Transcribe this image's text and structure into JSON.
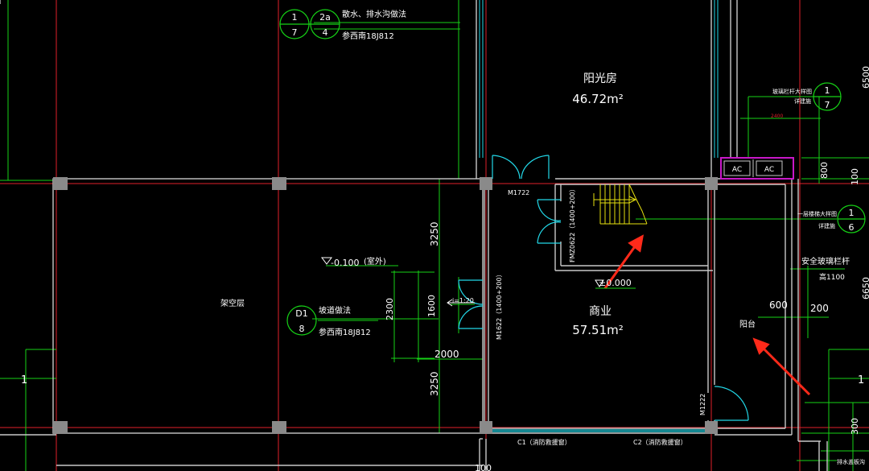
{
  "colors": {
    "background": "#000000",
    "wall": "#c8c8c8",
    "axis": "#e0202a",
    "dim": "#16d216",
    "door": "#22d8e8",
    "text": "#ffffff",
    "stair": "#e6e010",
    "accent": "#c818c8",
    "pillar": "#8a8a8a",
    "arrow": "#ff2a1a"
  },
  "callouts": {
    "drain": {
      "top": "1",
      "bottom": "7",
      "top2": "2a",
      "bottom2": "4",
      "title": "散水、排水沟做法",
      "ref": "参西南18J812"
    },
    "ramp": {
      "top": "D1",
      "bottom": "8",
      "title": "坡道做法",
      "ref": "参西南18J812"
    },
    "rail_detail": {
      "top": "1",
      "bottom": "7",
      "line1": "玻璃栏杆大样图",
      "line2": "详建施"
    },
    "stair_detail": {
      "top": "1",
      "bottom": "6",
      "line1": "一层楼梯大样图",
      "line2": "详建施"
    }
  },
  "rooms": {
    "sunroom": {
      "name": "阳光房",
      "area": "46.72m²"
    },
    "shop": {
      "name": "商业",
      "area": "57.51m²"
    },
    "open_floor": {
      "name": "架空层"
    },
    "balcony": {
      "name": "阳台"
    }
  },
  "levels": {
    "outdoor": {
      "value": "-0.100",
      "note": "(室外)"
    },
    "floor": {
      "value": "±0.000"
    }
  },
  "doors": {
    "m1722": "M1722",
    "fm": "FMZ0622（1400+200）",
    "m1622": "M1622（1400+200）",
    "m1222": "M1222"
  },
  "ramp_slope": "i=1:20",
  "ac": [
    "AC",
    "AC"
  ],
  "windows": {
    "c1": "C1（消防救援窗）",
    "c2": "C2（消防救援窗）"
  },
  "rail_note": {
    "line1": "安全玻璃栏杆",
    "line2": "高1100"
  },
  "bottom_note": "排水盖板沟",
  "dims": {
    "d3250_top": "3250",
    "d3250_bottom": "3250",
    "d2300": "2300",
    "d1600": "1600",
    "d2000": "2000",
    "d600": "600",
    "d200": "200",
    "d2400": "2400",
    "d800": "800",
    "d100_right": "100",
    "d6500": "6500",
    "d6650": "6650",
    "d300": "300",
    "d100_bottom": "100"
  },
  "grid_labels": {
    "left": "1",
    "right": "1"
  }
}
